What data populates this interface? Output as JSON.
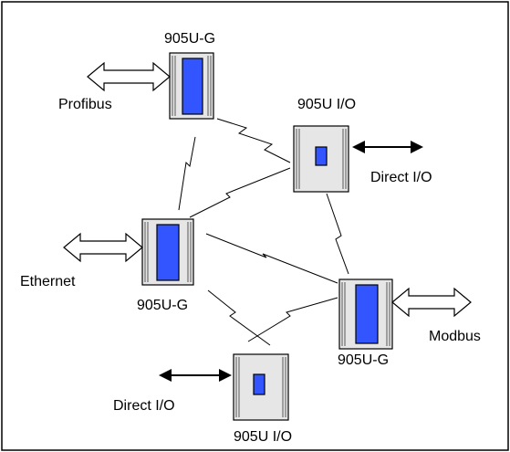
{
  "diagram": {
    "colors": {
      "border": "#000000",
      "device_body": "#e6e6e6",
      "device_display": "#3355ff",
      "link": "#000000",
      "arrow_fill": "#ffffff"
    },
    "devices": [
      {
        "id": "g_top",
        "type": "905U-G",
        "label": "905U-G"
      },
      {
        "id": "io_right",
        "type": "905U I/O",
        "label": "905U I/O"
      },
      {
        "id": "g_left",
        "type": "905U-G",
        "label": "905U-G"
      },
      {
        "id": "g_right",
        "type": "905U-G",
        "label": "905U-G"
      },
      {
        "id": "io_bottom",
        "type": "905U I/O",
        "label": "905U I/O"
      }
    ],
    "interfaces": [
      {
        "device": "g_top",
        "label": "Profibus",
        "arrow": "hollow-double"
      },
      {
        "device": "io_right",
        "label": "Direct I/O",
        "arrow": "solid-double"
      },
      {
        "device": "g_left",
        "label": "Ethernet",
        "arrow": "hollow-double"
      },
      {
        "device": "g_right",
        "label": "Modbus",
        "arrow": "hollow-double"
      },
      {
        "device": "io_bottom",
        "label": "Direct I/O",
        "arrow": "solid-double"
      }
    ],
    "radio_links": [
      [
        "g_top",
        "io_right"
      ],
      [
        "g_top",
        "g_left"
      ],
      [
        "g_left",
        "io_right"
      ],
      [
        "io_right",
        "g_right"
      ],
      [
        "g_left",
        "g_right"
      ],
      [
        "g_left",
        "io_bottom"
      ],
      [
        "io_bottom",
        "g_right"
      ]
    ]
  }
}
